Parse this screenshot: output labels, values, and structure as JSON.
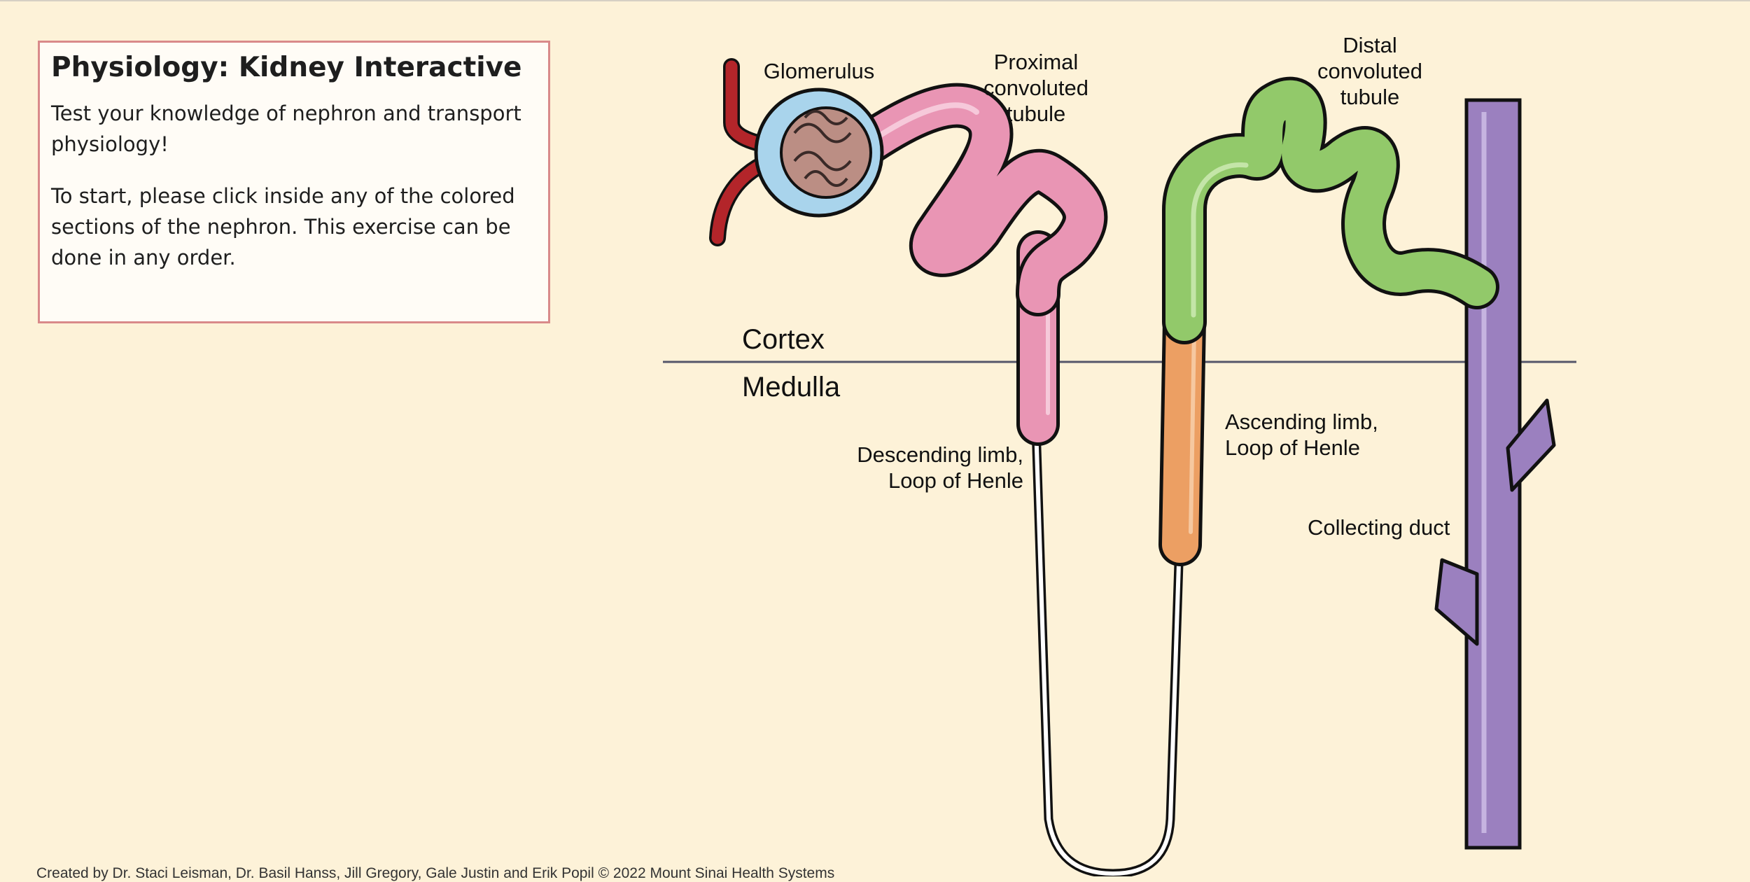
{
  "panel": {
    "title": "Physiology: Kidney Interactive",
    "intro": "Test your knowledge of nephron and transport physiology!",
    "instructions": "To start, please click inside any of the colored sections of the nephron. This exercise can be done in any order."
  },
  "regions": {
    "cortex": "Cortex",
    "medulla": "Medulla"
  },
  "labels": {
    "glomerulus": "Glomerulus",
    "pct": [
      "Proximal",
      "convoluted",
      "tubule"
    ],
    "dct": [
      "Distal",
      "convoluted",
      "tubule"
    ],
    "descending": [
      "Descending limb,",
      "Loop of Henle"
    ],
    "ascending": [
      "Ascending limb,",
      "Loop of Henle"
    ],
    "collecting": "Collecting duct"
  },
  "footer": {
    "credit": "Created by Dr. Staci Leisman, Dr. Basil Hanss, Jill Gregory, Gale Justin and Erik Popil © 2022 Mount Sinai Health Systems"
  },
  "colors": {
    "background": "#fdf2d8",
    "glomerulus_capsule": "#a9d4ec",
    "proximal_tubule": "#e995b4",
    "descending_limb": "#e995b4",
    "ascending_thick": "#ec9f63",
    "distal_tubule": "#92c96a",
    "collecting_duct": "#9b80bf",
    "vessel": "#b3252a"
  }
}
